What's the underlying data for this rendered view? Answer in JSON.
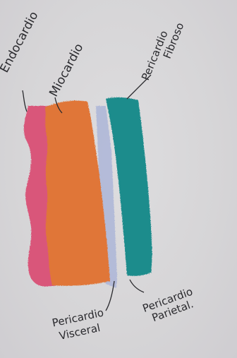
{
  "labels": {
    "endocardio": "Endocardio",
    "miocardio": "Miocardio",
    "pericardio_fibroso_line1": "Pericardio",
    "pericardio_fibroso_line2": "Fibroso",
    "pericardio_parietal_line1": "Pericardio",
    "pericardio_parietal_line2": "Parietal.",
    "pericardio_visceral_line1": "Pericardio",
    "pericardio_visceral_line2": "Visceral"
  },
  "colors": {
    "endocardio": "#d9577a",
    "miocardio": "#e07638",
    "pericardio_visceral": "#aab4d8",
    "pericardio_fibroso": "#1f8c8c",
    "ink": "#2a2a2e",
    "paper": "#d7d6d8"
  }
}
